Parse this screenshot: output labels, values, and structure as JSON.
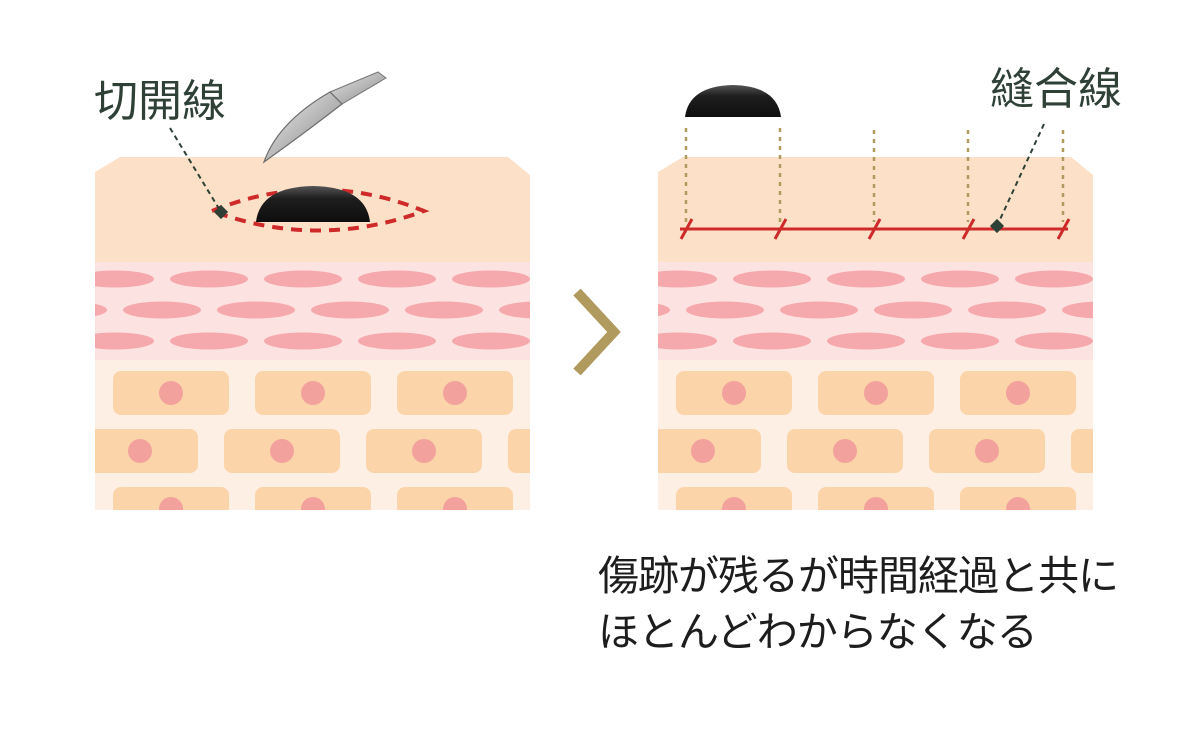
{
  "labels": {
    "incision_line": "切開線",
    "suture_line": "縫合線"
  },
  "caption": {
    "line1": "傷跡が残るが時間経過と共に",
    "line2": "ほとんどわからなくなる"
  },
  "colors": {
    "epidermis": "#fde0c8",
    "dermis_bg": "#fde2e2",
    "dermis_ellipse": "#f6a9ac",
    "subcutis_bg": "#fdefe4",
    "fat_cell": "#fbd5a9",
    "fat_nucleus": "#f2a19d",
    "lesion": "#2a2a2a",
    "incision": "#cf2a2a",
    "suture": "#cf2a2a",
    "guide_dotted": "#b09a5e",
    "leader": "#2f4136",
    "arrow": "#b09a5e",
    "label_text": "#2f4136"
  },
  "icons": {
    "scalpel": "scalpel-icon",
    "arrow": "chevron-right-icon"
  }
}
